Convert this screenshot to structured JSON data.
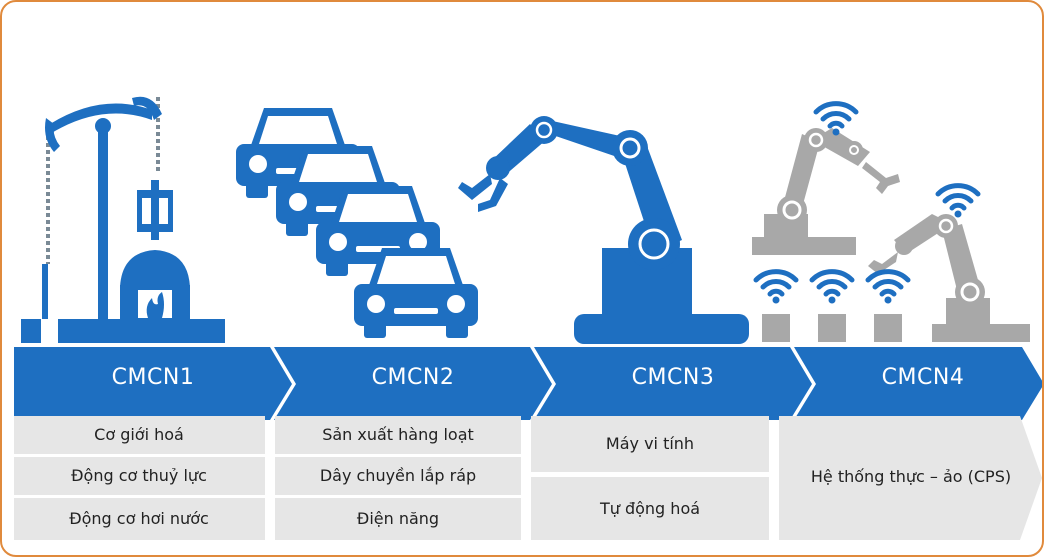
{
  "colors": {
    "blue": "#1e6fc1",
    "blue_dark": "#1556a0",
    "gray_machine": "#a8a8a8",
    "panel_gray": "#e6e6e6",
    "border_orange": "#e08a3c"
  },
  "stages": [
    {
      "name": "CMCN1",
      "icon": "oil-pump-steam-engine-icon",
      "items": [
        "Cơ giới hoá",
        "Động cơ thuỷ lực",
        "Động cơ hơi nước"
      ]
    },
    {
      "name": "CMCN2",
      "icon": "car-assembly-line-icon",
      "items": [
        "Sản xuất hàng loạt",
        "Dây chuyền lắp ráp",
        "Điện năng"
      ]
    },
    {
      "name": "CMCN3",
      "icon": "robot-arm-icon",
      "items": [
        "Máy vi tính",
        "Tự động hoá"
      ]
    },
    {
      "name": "CMCN4",
      "icon": "connected-robots-wifi-icon",
      "items": [
        "Hệ thống thực – ảo (CPS)"
      ]
    }
  ]
}
